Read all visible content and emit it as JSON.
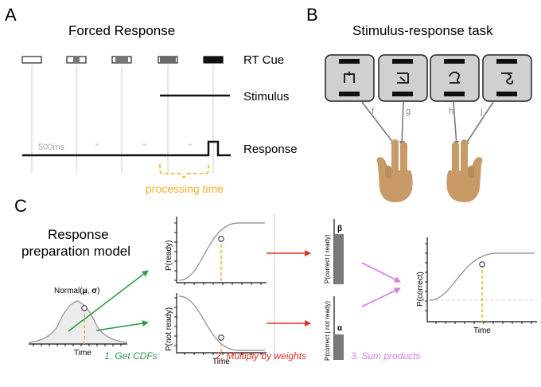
{
  "panel_a": {
    "letter": "A",
    "title": "Forced Response",
    "rows": {
      "rt_cue": "RT Cue",
      "stimulus": "Stimulus",
      "response": "Response"
    },
    "interval_label": "500ms",
    "ditto_marks": [
      "\"",
      "\"",
      "\""
    ],
    "processing_label": "processing time"
  },
  "panel_b": {
    "letter": "B",
    "title": "Stimulus-response task",
    "keys": [
      "f",
      "g",
      "h",
      "j"
    ]
  },
  "panel_c": {
    "letter": "C",
    "model_title_line1": "Response",
    "model_title_line2": "preparation model",
    "normal_label_prefix": "Normal(",
    "normal_mu": "μ",
    "normal_sep": ", ",
    "normal_sigma": "σ",
    "normal_label_suffix": ")",
    "time_label": "Time",
    "p_ready": "P(ready)",
    "p_not_ready": "P(not ready)",
    "p_correct_ready": "P(correct | ready)",
    "p_correct_not_ready": "P(correct | not ready)",
    "beta": "β",
    "alpha": "α",
    "p_correct": "P(correct)",
    "steps": [
      "1. Get CDFs",
      "2. Multiply by weights",
      "3. Sum products"
    ]
  },
  "colors": {
    "orange": "#f0b429",
    "green": "#2e9a4a",
    "red": "#e0302a",
    "violet": "#d47be6",
    "gray_curve": "#9a9a9a",
    "key_fill": "#d0d0d0",
    "hand": "#c79a68",
    "bar": "#7a7a7a"
  }
}
